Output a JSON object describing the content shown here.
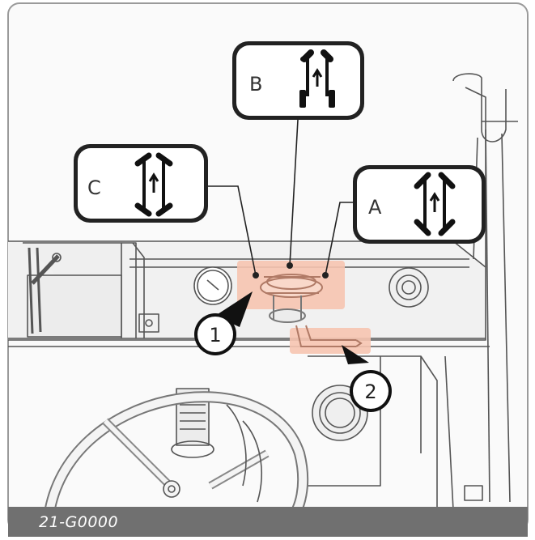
{
  "figure": {
    "code": "21-G0000",
    "callouts": {
      "one": "1",
      "two": "2"
    },
    "modes": {
      "a": {
        "letter": "A",
        "icon": "crab-steer-icon"
      },
      "b": {
        "letter": "B",
        "icon": "two-wheel-steer-icon"
      },
      "c": {
        "letter": "C",
        "icon": "four-wheel-steer-icon"
      }
    }
  },
  "colors": {
    "highlight": "#f6c4b0",
    "line": "#222222",
    "code_bar": "#707070",
    "background": "#f4f4f4"
  }
}
